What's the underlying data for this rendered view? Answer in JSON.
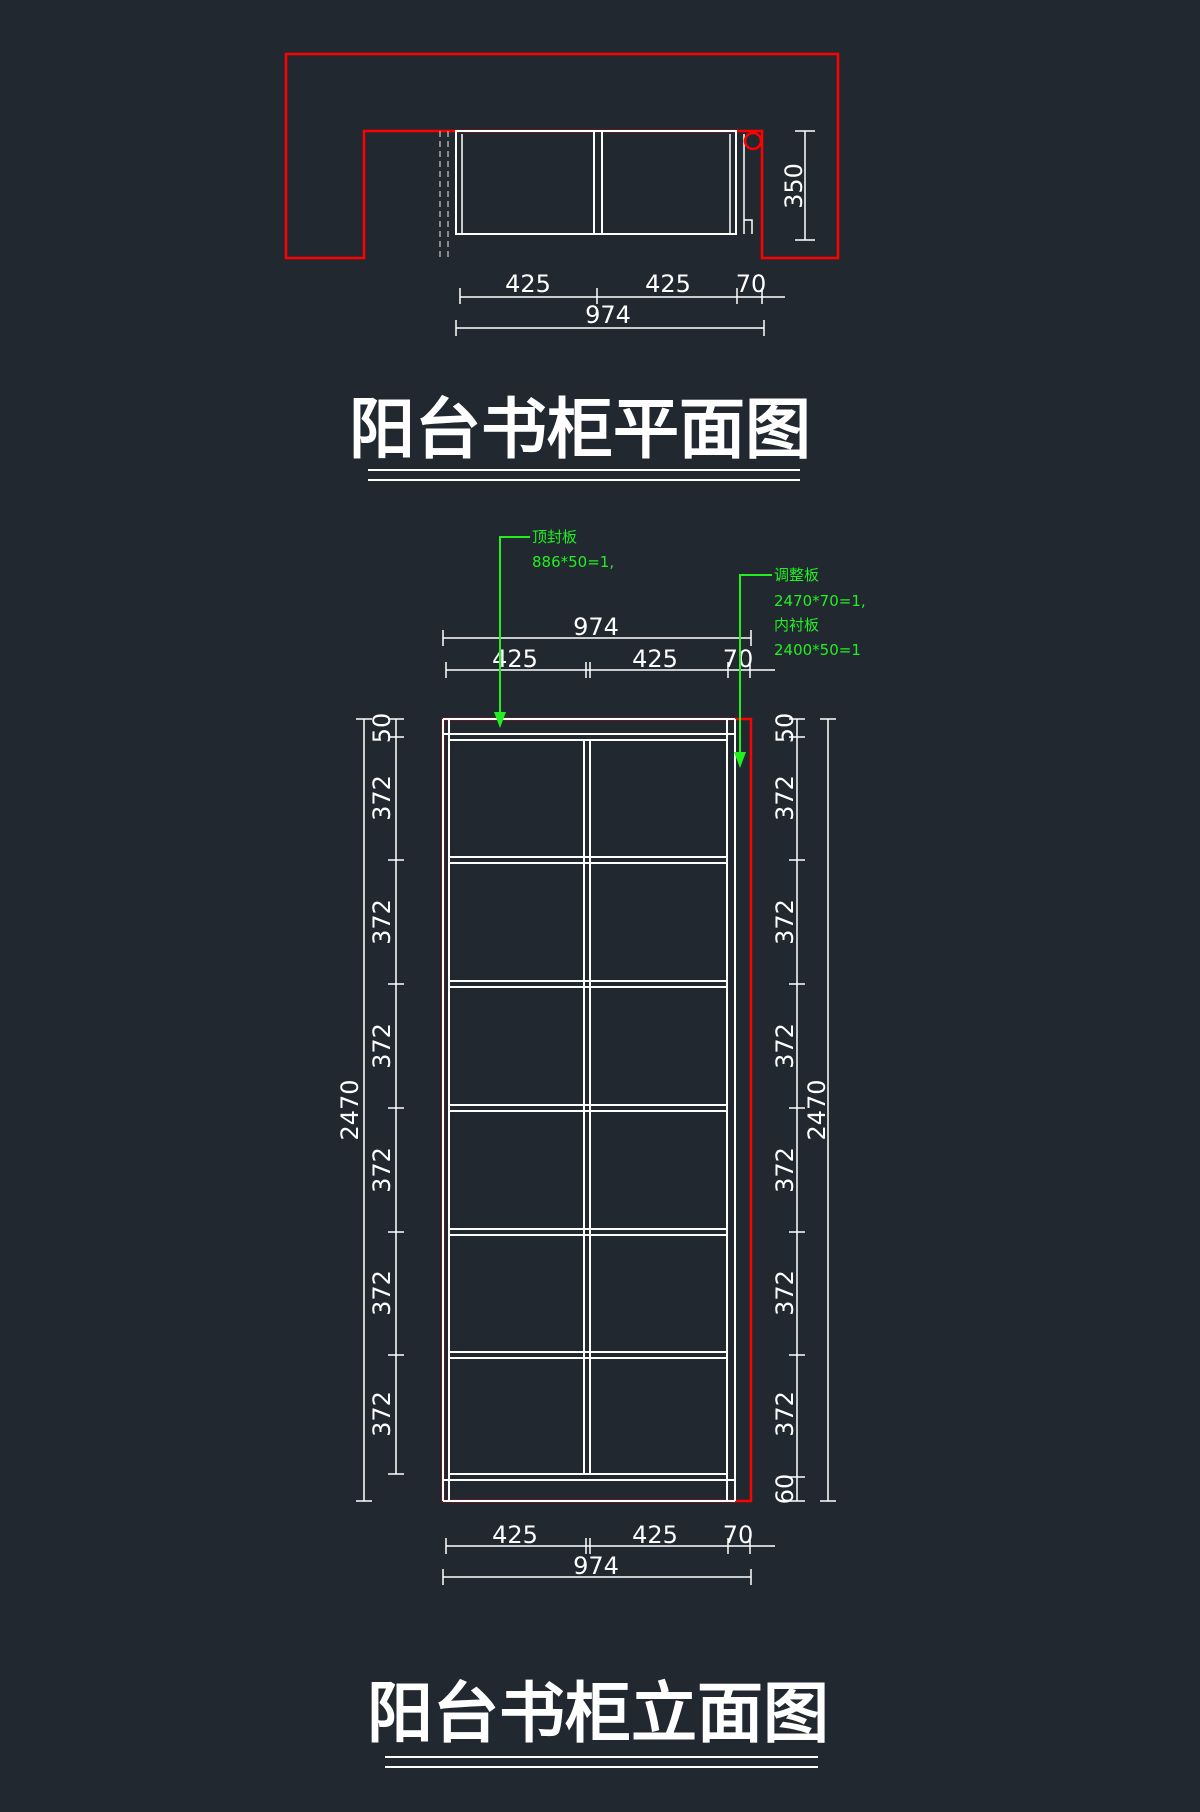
{
  "plan": {
    "title": "阳台书柜平面图",
    "dims": {
      "w425a": "425",
      "w425b": "425",
      "w70": "70",
      "total": "974",
      "depth": "350"
    }
  },
  "elevation": {
    "title": "阳台书柜立面图",
    "top_dims": {
      "total": "974",
      "w425a": "425",
      "w425b": "425",
      "w70": "70"
    },
    "bottom_dims": {
      "w425a": "425",
      "w425b": "425",
      "w70": "70",
      "total": "974"
    },
    "left_dims": {
      "top": "50",
      "shelves": [
        "372",
        "372",
        "372",
        "372",
        "372",
        "372"
      ],
      "total": "2470"
    },
    "right_dims": {
      "top": "50",
      "shelves": [
        "372",
        "372",
        "372",
        "372",
        "372",
        "372"
      ],
      "bottom": "60",
      "total": "2470"
    },
    "annotations": {
      "top_board": {
        "name": "顶封板",
        "spec": "886*50=1,"
      },
      "adjust_board": {
        "name": "调整板",
        "spec": "2470*70=1,"
      },
      "inner_board": {
        "name": "内衬板",
        "spec": "2400*50=1"
      }
    }
  },
  "colors": {
    "background": "#212830",
    "line": "#ffffff",
    "outline": "#ff0000",
    "annotation": "#22ee22"
  }
}
